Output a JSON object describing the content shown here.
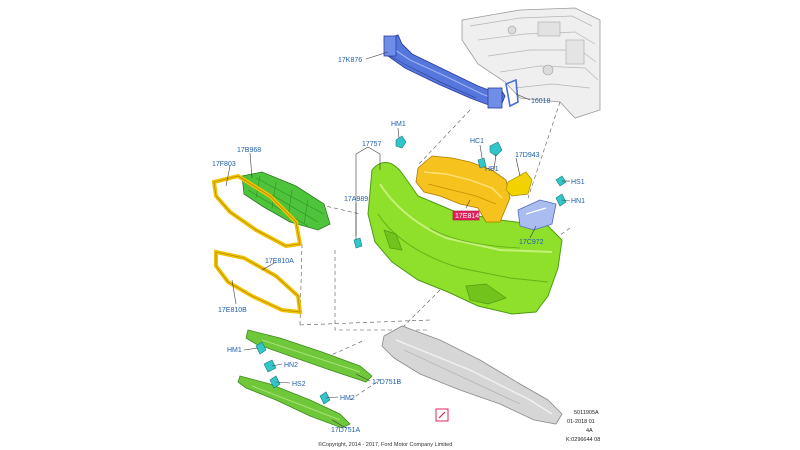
{
  "callouts": {
    "l_17K876": "17K876",
    "l_16018": "16018",
    "l_HM1_top": "HM1",
    "l_HC1": "HC1",
    "l_17757": "17757",
    "l_17D943": "17D943",
    "l_HB1": "HB1",
    "l_HS1": "HS1",
    "l_HN1": "HN1",
    "l_17B968": "17B968",
    "l_17F803": "17F803",
    "l_17A989": "17A989",
    "l_17E814": "17E814",
    "l_17C972": "17C972",
    "l_17E810A": "17E810A",
    "l_17E810B": "17E810B",
    "l_HM1_bottom": "HM1",
    "l_HN2": "HN2",
    "l_HS2": "HS2",
    "l_17D751B": "17D751B",
    "l_HM2": "HM2",
    "l_17D751A": "17D751A"
  },
  "reference": {
    "line1": "5011905A",
    "line2": "01-2018 01",
    "line3": "4A",
    "line4": "K:0296644 08"
  },
  "footer": {
    "copyright": "©Copyright, 2014 - 2017, Ford Motor Company Limited"
  },
  "colors": {
    "bumper_cover": "#8ee02a",
    "grille": "#4ec43c",
    "bracket_yellow": "#f2c200",
    "reinforcement": "#5577dd",
    "absorber": "#f6c21d",
    "underbody_shield": "#c9c9c9",
    "clip": "#31c6c8",
    "callout_text": "#1f5fa8",
    "highlight_box": "#e0245e"
  }
}
